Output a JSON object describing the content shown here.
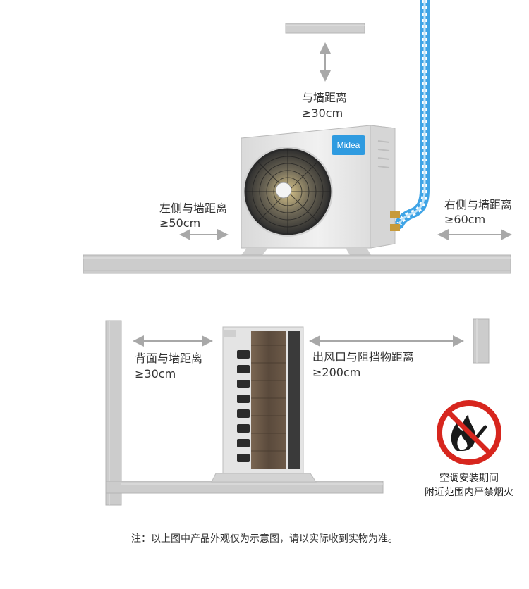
{
  "top_diagram": {
    "wall_distance": {
      "title": "与墙距离",
      "value": "≥30cm"
    },
    "left_distance": {
      "title": "左侧与墙距离",
      "value": "≥50cm"
    },
    "right_distance": {
      "title": "右侧与墙距离",
      "value": "≥60cm"
    },
    "brand_logo": "Midea"
  },
  "bottom_diagram": {
    "back_distance": {
      "title": "背面与墙距离",
      "value": "≥30cm"
    },
    "outlet_distance": {
      "title": "出风口与阻挡物距离",
      "value": "≥200cm"
    }
  },
  "warning": {
    "line1": "空调安装期间",
    "line2": "附近范围内严禁烟火",
    "sign_color": "#d7261e"
  },
  "footnote": "注：以上图中产品外观仅为示意图，请以实际收到实物为准。",
  "colors": {
    "wall_gray": "#c8c8c8",
    "arrow_gray": "#a8a8a8",
    "pipe_blue": "#3fa4e6"
  }
}
